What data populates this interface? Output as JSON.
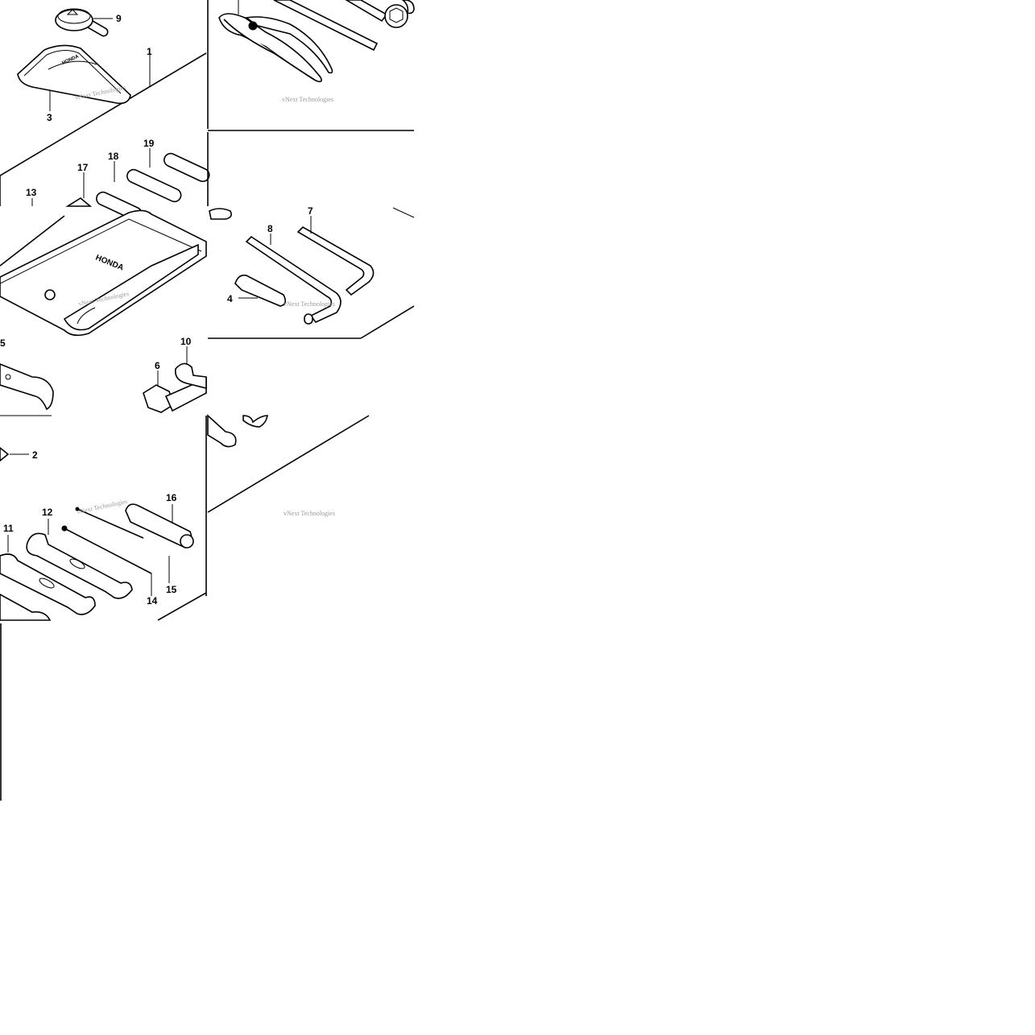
{
  "diagram": {
    "callouts": {
      "c1": "1",
      "c2": "2",
      "c3": "3",
      "c4": "4",
      "c5": "5",
      "c6": "6",
      "c7": "7",
      "c8": "8",
      "c9": "9",
      "c10": "10",
      "c11": "11",
      "c12": "12",
      "c13": "13",
      "c14": "14",
      "c15": "15",
      "c16": "16",
      "c17": "17",
      "c18": "18",
      "c19": "19"
    },
    "brand_mark": "HONDA",
    "watermark": "vNext Technologies",
    "stroke_color": "#000000",
    "background_color": "#ffffff",
    "watermark_color": "#9a9a9a"
  }
}
